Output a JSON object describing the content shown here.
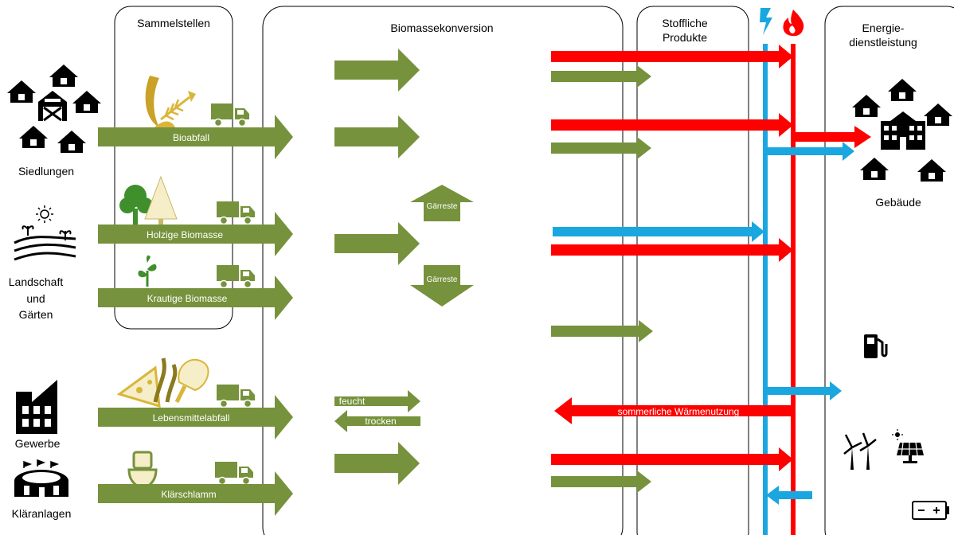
{
  "panels": {
    "sammelstellen": "Sammelstellen",
    "biomassekonversion": "Biomassekonversion",
    "stoffliche_line1": "Stoffliche",
    "stoffliche_line2": "Produkte",
    "energie_line1": "Energie-",
    "energie_line2": "dienstleistung"
  },
  "sources": {
    "siedlungen": "Siedlungen",
    "landschaft_line1": "Landschaft",
    "landschaft_line2": "und",
    "landschaft_line3": "Gärten",
    "gewerbe": "Gewerbe",
    "klaeranlagen": "Kläranlagen",
    "gebaeude": "Gebäude"
  },
  "streams": {
    "bioabfall": "Bioabfall",
    "holzige": "Holzige Biomasse",
    "krautige": "Krautige Biomasse",
    "lebensmittel": "Lebensmittelabfall",
    "klaerschlamm": "Klärschlamm"
  },
  "conversion": {
    "gaerreste_up": "Gärreste",
    "gaerreste_down": "Gärreste",
    "feucht": "feucht",
    "trocken": "trocken"
  },
  "flows": {
    "sommer": "sommerliche Wärmenutzung"
  },
  "icons": {
    "electricity": "lightning-icon",
    "heat": "flame-icon",
    "fuel": "fuel-pump-icon",
    "wind": "wind-turbine-icon",
    "solar": "solar-panel-icon",
    "battery": "battery-icon",
    "truck": "truck-icon"
  },
  "colors": {
    "green": "#76923c",
    "red": "#ff0000",
    "blue": "#1aa7e0",
    "icon": "#000000",
    "leaf_beige": "#f5eec8",
    "gold": "#c9a227"
  }
}
